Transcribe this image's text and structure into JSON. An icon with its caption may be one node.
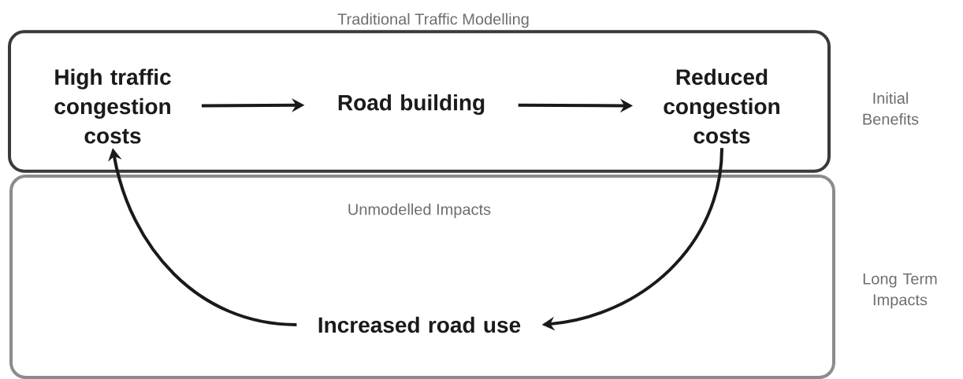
{
  "diagram": {
    "nodes": [
      {
        "text": [
          "Traditional Traffic Modelling"
        ],
        "beside": [
          "Initial Benefits"
        ]
      },
      {
        "text": [
          "Unmodelled Impacts"
        ],
        "beside": [
          "Long Term Impacts"
        ]
      },
      {
        "text": [
          "High traffic congestion costs"
        ],
        "in": 0
      },
      {
        "text": [
          "Road building"
        ],
        "in": 0
      },
      {
        "text": [
          "Reduced congestion costs"
        ],
        "in": 0
      },
      {
        "text": [
          "Increased road use"
        ],
        "in": 1
      }
    ],
    "edges": [
      {
        "from": 2,
        "to": 3,
        "arrow": "to"
      },
      {
        "from": 3,
        "to": 4,
        "arrow": "to"
      },
      {
        "from": 4,
        "to": 5,
        "arrow": "to"
      },
      {
        "from": 5,
        "to": 2,
        "arrow": "to"
      }
    ]
  }
}
